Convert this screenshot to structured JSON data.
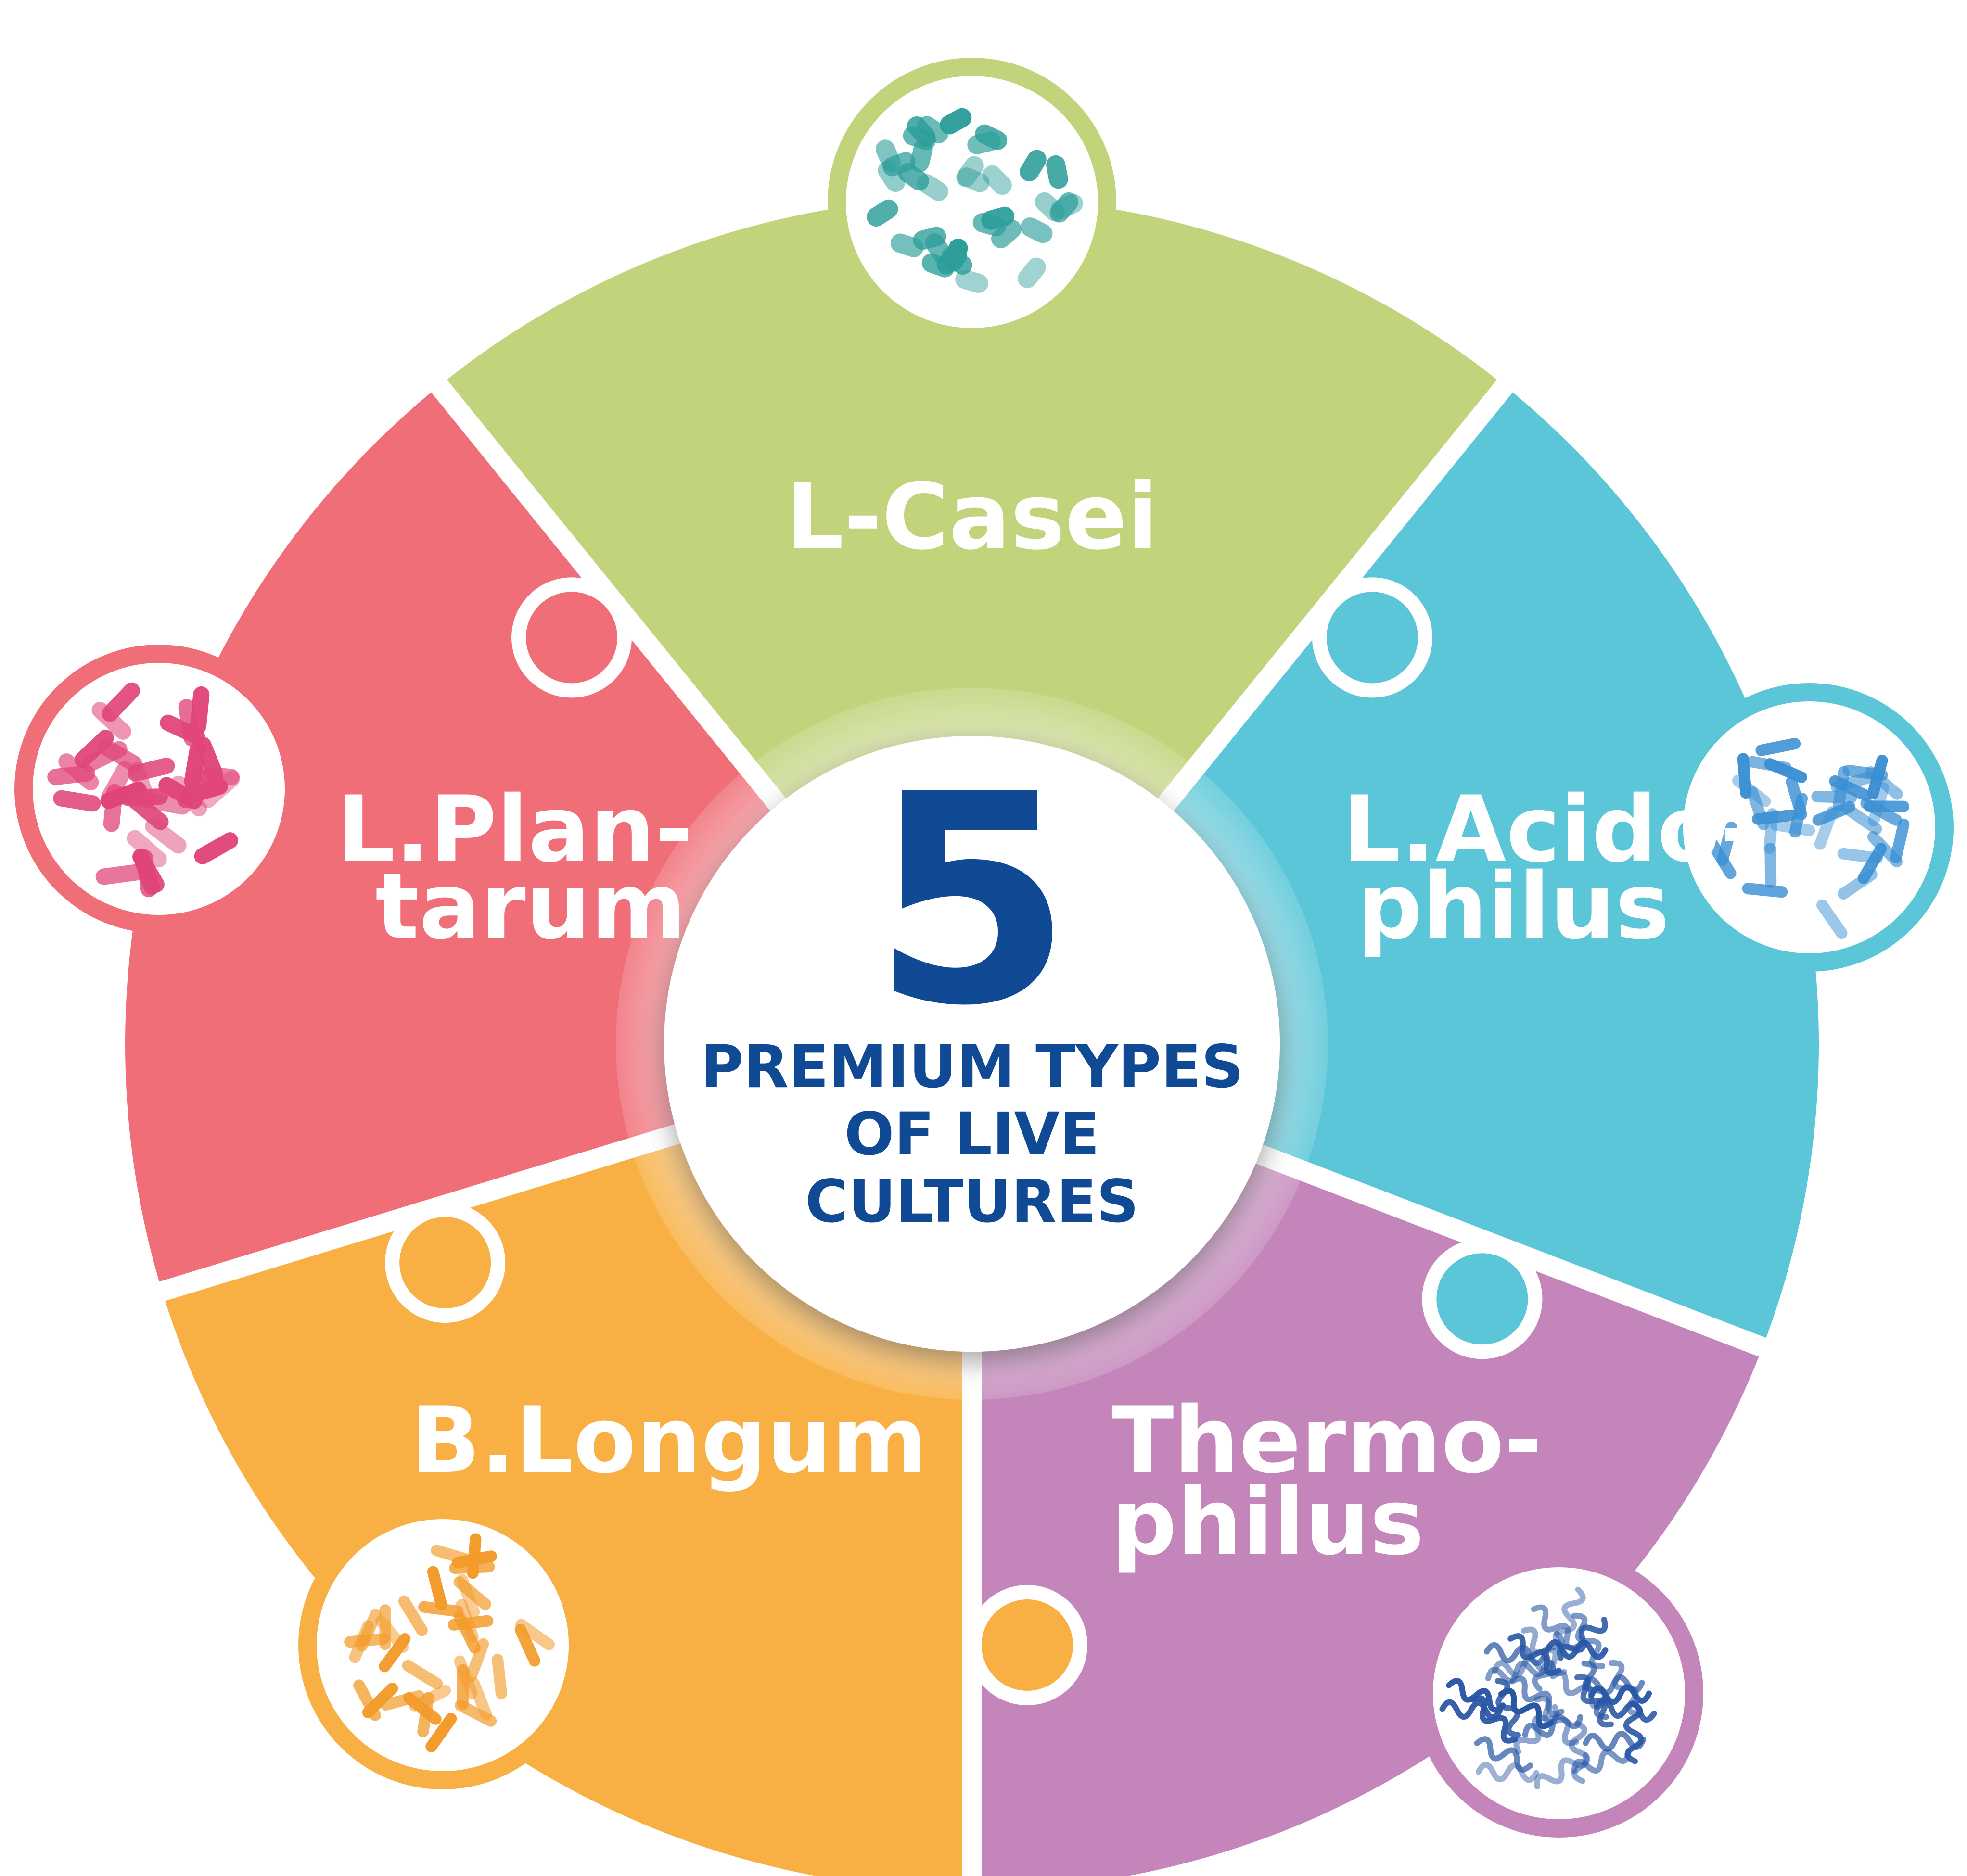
{
  "center": {
    "number": "5",
    "lines": [
      "PREMIUM TYPES",
      "OF LIVE",
      "CULTURES"
    ]
  },
  "segments": [
    {
      "id": "casei",
      "label_lines": [
        "L-Casei"
      ],
      "color": "#c1d37b",
      "microbe_icon": "teal-bacteria-cluster-icon",
      "microbe_color": "#2d9e9a"
    },
    {
      "id": "acidophilus",
      "label_lines": [
        "L.Acido-",
        "philus"
      ],
      "color": "#5ac6d8",
      "microbe_icon": "blue-rod-bacteria-icon",
      "microbe_color": "#3a8fd3"
    },
    {
      "id": "thermophilus",
      "label_lines": [
        "Thermo-",
        "philus"
      ],
      "color": "#c486ba",
      "microbe_icon": "blue-spiral-bacteria-icon",
      "microbe_color": "#2957a4"
    },
    {
      "id": "longum",
      "label_lines": [
        "B.Longum"
      ],
      "color": "#f8b044",
      "microbe_icon": "orange-branched-bacteria-icon",
      "microbe_color": "#f39b2b"
    },
    {
      "id": "plantarum",
      "label_lines": [
        "L.Plan-",
        "tarum"
      ],
      "color": "#f06e78",
      "microbe_icon": "pink-flagellated-bacteria-icon",
      "microbe_color": "#e0457a"
    }
  ]
}
